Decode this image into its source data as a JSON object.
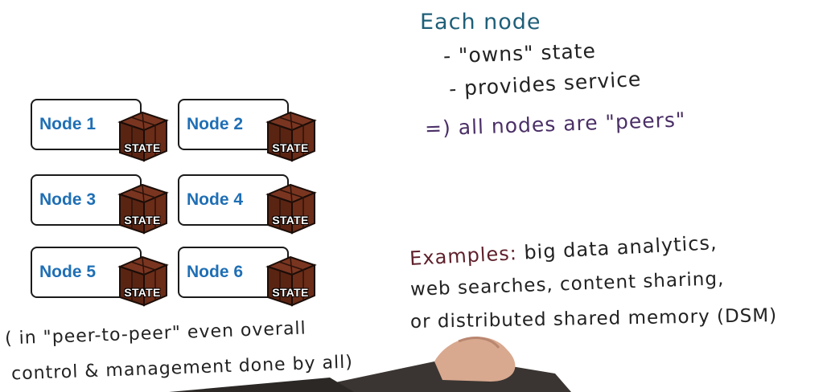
{
  "nodes": [
    {
      "label": "Node 1",
      "state": "STATE"
    },
    {
      "label": "Node 2",
      "state": "STATE"
    },
    {
      "label": "Node 3",
      "state": "STATE"
    },
    {
      "label": "Node 4",
      "state": "STATE"
    },
    {
      "label": "Node 5",
      "state": "STATE"
    },
    {
      "label": "Node 6",
      "state": "STATE"
    }
  ],
  "notes": {
    "heading": "Each node",
    "point1": "- \"owns\" state",
    "point2": "- provides service",
    "conclusion": "=) all nodes are \"peers\""
  },
  "examples": {
    "label": "Examples:",
    "line1": "big data analytics,",
    "line2": "web searches, content sharing,",
    "line3": "or distributed shared memory (DSM)"
  },
  "footnote": {
    "line1": "( in \"peer-to-peer\" even overall",
    "line2": "control & management done by all)"
  },
  "colors": {
    "node_label": "#1f6fb5",
    "heading_ink": "#1e5f78",
    "conclusion_ink": "#4a2f66",
    "examples_ink": "#5e1f2a"
  }
}
